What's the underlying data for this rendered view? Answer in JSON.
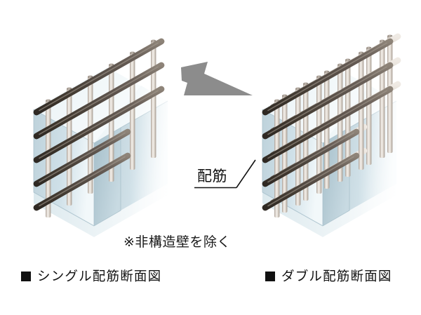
{
  "figure": {
    "title_note": "※非構造壁を除く",
    "callout": {
      "label": "配筋"
    },
    "legend": {
      "single": {
        "marker": "■",
        "label": "シングル配筋断面図"
      },
      "double": {
        "marker": "■",
        "label": "ダブル配筋断面図"
      }
    },
    "arrow": {
      "icon": "right-arrow-icon",
      "color": "#8c8c8c"
    },
    "colors": {
      "background": "#ffffff",
      "concrete_face_light": "#dfeaf0",
      "concrete_face_mid": "#c3d6de",
      "concrete_top": "#eef5f8",
      "concrete_side_dark": "#a9c2cc",
      "concrete_edge": "#9fb9c4",
      "rebar_vertical_light": "#f1ece6",
      "rebar_vertical_mid": "#cfc6bd",
      "rebar_vertical_dark": "#a79c92",
      "rebar_horizontal_light": "#8a8077",
      "rebar_horizontal_mid": "#5b514a",
      "rebar_horizontal_dark": "#3d352f",
      "leader_line": "#111111",
      "text": "#111111"
    },
    "panels": [
      {
        "name": "single-rebar-wall",
        "rebar_layers": 1,
        "vertical_bars": 6,
        "horizontal_bars": 5
      },
      {
        "name": "double-rebar-wall",
        "rebar_layers": 2,
        "vertical_bars": 12,
        "horizontal_bars": 10
      }
    ]
  }
}
